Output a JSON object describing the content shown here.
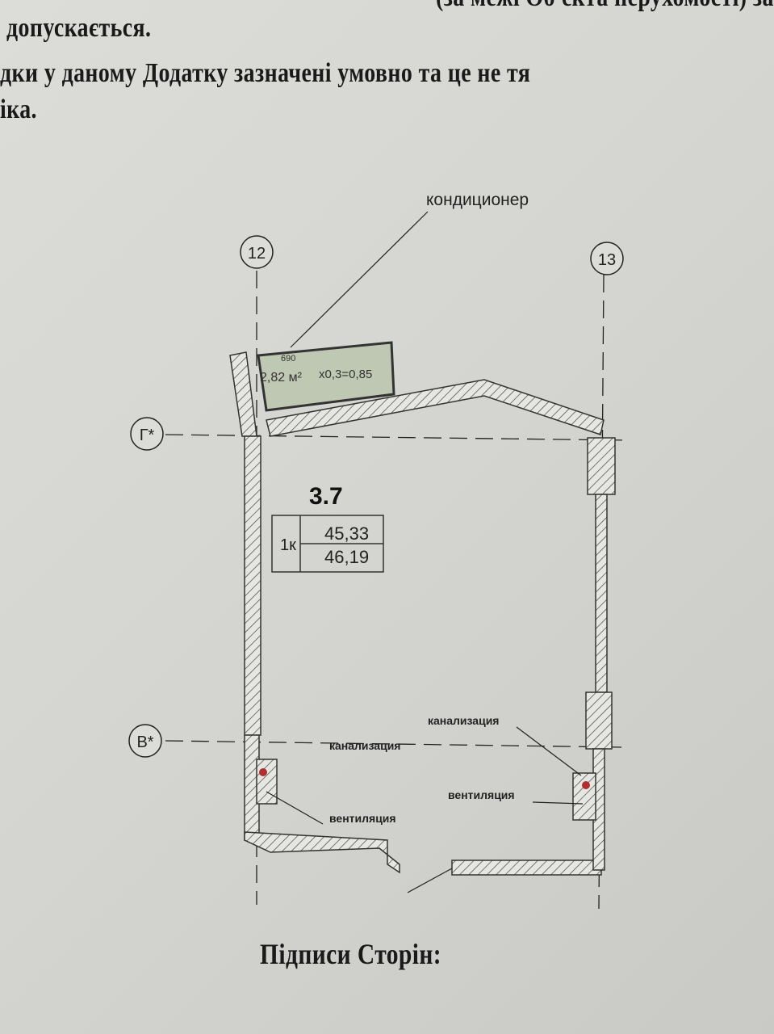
{
  "header_lines": [
    "(за межі Об'єкта нерухомості) заб",
    "допускається.",
    "дки у даному Додатку зазначені умовно та це не тя",
    "іка."
  ],
  "plan": {
    "ac_label": "кондиционер",
    "axis_12": "12",
    "axis_13": "13",
    "axis_g": "Г*",
    "axis_v": "В*",
    "balcony_area": "2,82 м²",
    "balcony_coef": "х0,3=0,85",
    "balcony_dim": "690",
    "unit_number": "3.7",
    "rooms": "1к",
    "area_living": "45,33",
    "area_total": "46,19",
    "sewer_left": "канализация",
    "vent_left": "вентиляция",
    "sewer_right": "канализация",
    "vent_right": "вентиляция"
  },
  "footer": "Підписи Сторін:"
}
